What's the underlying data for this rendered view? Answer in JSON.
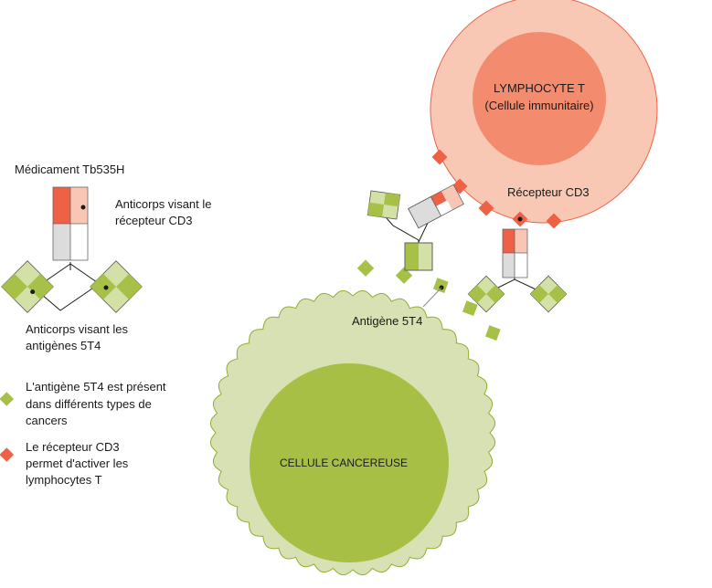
{
  "legend": {
    "drug_title": "Médicament Tb535H",
    "cd3_antibody_label": [
      "Anticorps visant le",
      "récepteur CD3"
    ],
    "tumor_antibody_label": [
      "Anticorps visant les",
      "antigènes 5T4"
    ],
    "antigen_note": [
      "L'antigène 5T4 est présent",
      "dans différents types de",
      "cancers"
    ],
    "receptor_note": [
      "Le récepteur CD3",
      "permet d'activer les",
      "lymphocytes T"
    ]
  },
  "tcell": {
    "title": "LYMPHOCYTE T",
    "subtitle": "(Cellule immunitaire)",
    "receptor_label": "Récepteur CD3"
  },
  "cancer_cell": {
    "title": "CELLULE CANCEREUSE",
    "antigen_label": "Antigène 5T4"
  },
  "colors": {
    "antigen_green": "#a7c148",
    "antigen_green_light": "#d3e1a6",
    "cancer_outer": "#d7e1b3",
    "cancer_inner": "#a8bf45",
    "tcell_outer": "#f8c8b5",
    "tcell_inner": "#f38b6e",
    "receptor_red": "#ef6147",
    "receptor_red_light": "#f9c6b6",
    "antibody_grey": "#dcdcdc"
  }
}
